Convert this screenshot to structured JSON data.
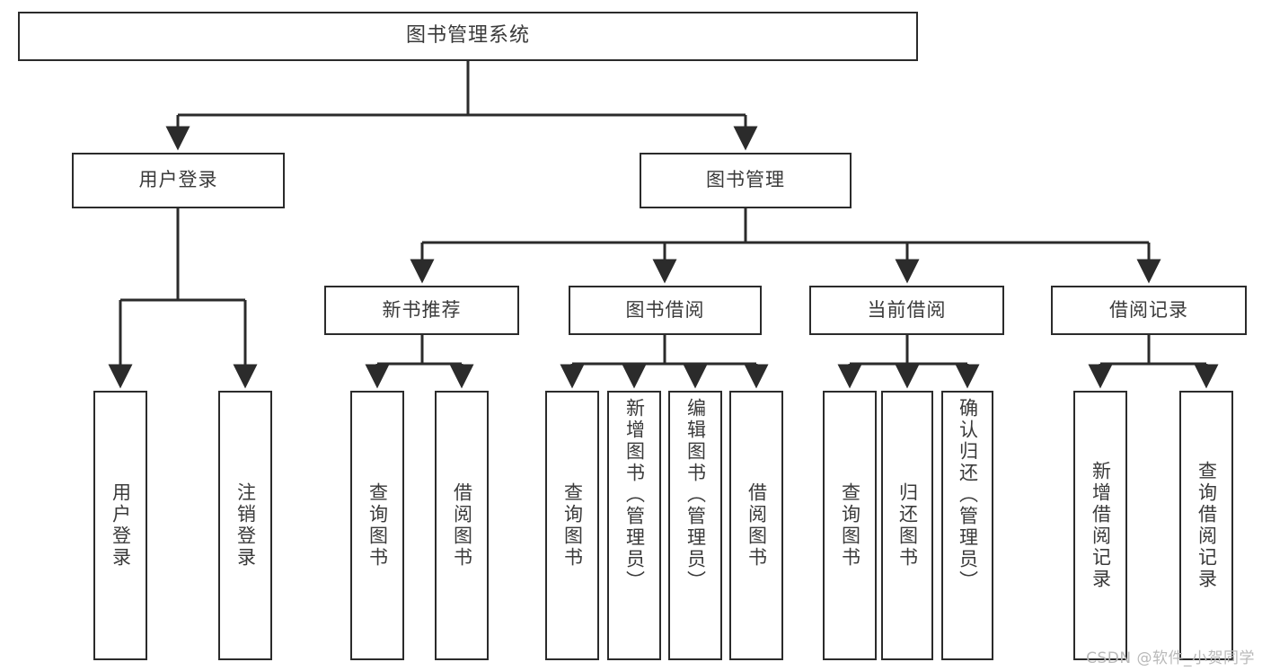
{
  "diagram": {
    "type": "tree",
    "title": "图书管理系统",
    "watermark": "CSDN @软件_小贺同学",
    "colors": {
      "stroke": "#2b2b2b",
      "fill": "#ffffff",
      "text": "#3a3a3a",
      "watermark": "#b9b9b9"
    },
    "nodes": {
      "root": "图书管理系统",
      "level1": [
        "用户登录",
        "图书管理"
      ],
      "level2": [
        "新书推荐",
        "图书借阅",
        "当前借阅",
        "借阅记录"
      ],
      "leaves": {
        "user_login": [
          "用户登录",
          "注销登录"
        ],
        "new_book_recommend": [
          "查询图书",
          "借阅图书"
        ],
        "book_borrow": [
          "查询图书",
          "新增图书（管理员）",
          "编辑图书（管理员）",
          "借阅图书"
        ],
        "current_borrow": [
          "查询图书",
          "归还图书",
          "确认归还（管理员）"
        ],
        "borrow_record": [
          "新增借阅记录",
          "查询借阅记录"
        ]
      }
    }
  }
}
